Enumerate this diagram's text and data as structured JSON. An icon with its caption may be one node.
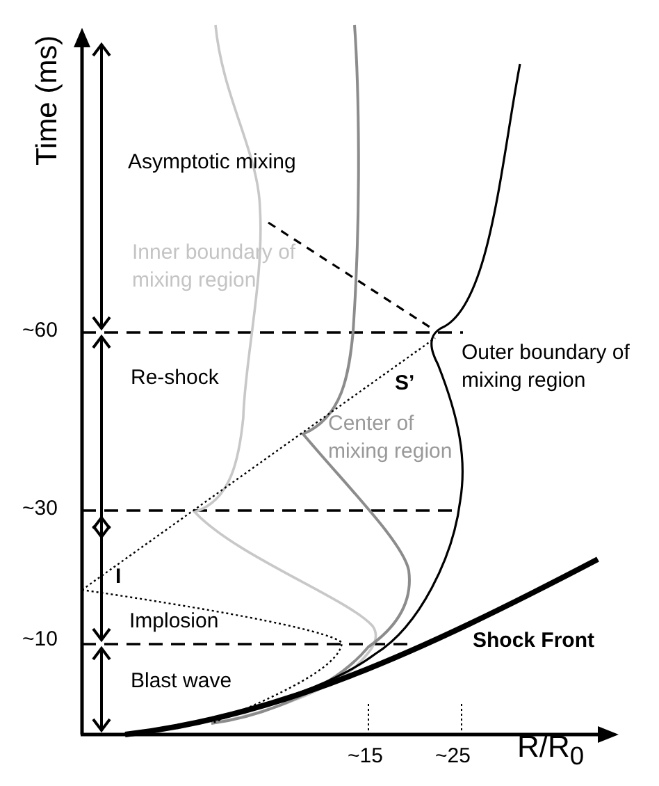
{
  "diagram": {
    "labels": [
      "Time (ms)",
      "Asymptotic mixing",
      "Inner boundary of mixing region",
      "~60",
      "Re-shock",
      "S’",
      "Outer boundary of mixing region",
      "Center of mixing region",
      "~30",
      "I",
      "Implosion",
      "~10",
      "Shock Front",
      "Blast wave",
      "~15",
      "~25",
      "R/R$_{0}$"
    ]
  }
}
